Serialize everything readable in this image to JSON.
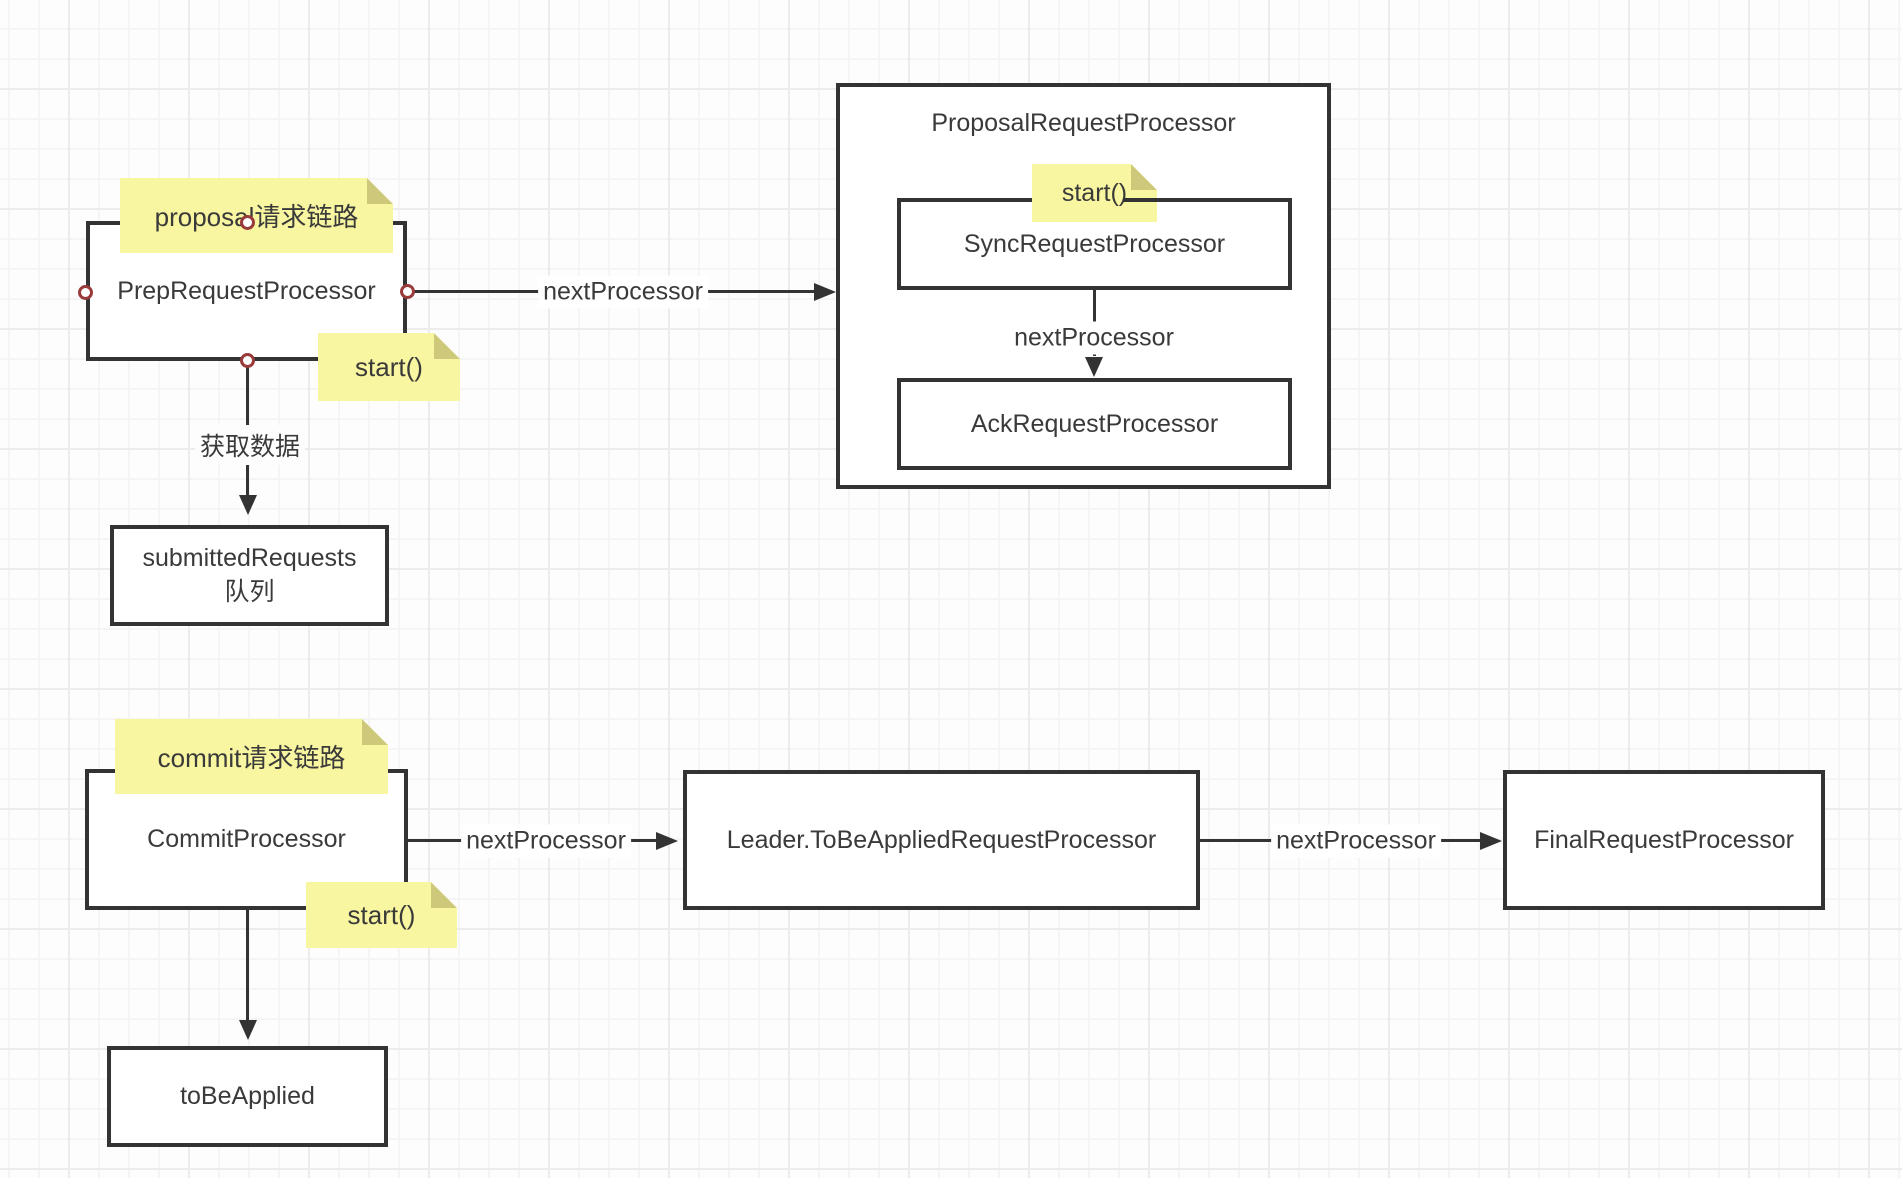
{
  "colors": {
    "canvas_background": "#fdfdfd",
    "grid_minor": "#f5f5f5",
    "grid_major": "#ececec",
    "shape_border": "#333333",
    "shape_fill": "#ffffff",
    "sticky_note_fill": "#f8f6a0",
    "sticky_note_fold": "#cdc87a",
    "connection_point_stroke": "#9a3b3b",
    "text": "#3a3a3a"
  },
  "proposal_chain": {
    "chain_note": "proposal请求链路",
    "prep_processor_label": "PrepRequestProcessor",
    "start_note": "start()",
    "edge_to_proposal_label": "nextProcessor",
    "edge_fetch_data_label": "获取数据",
    "submitted_requests_line1": "submittedRequests",
    "submitted_requests_line2": "队列",
    "proposal_processor_title": "ProposalRequestProcessor",
    "proposal_start_note": "start()",
    "sync_processor_label": "SyncRequestProcessor",
    "edge_sync_to_ack_label": "nextProcessor",
    "ack_processor_label": "AckRequestProcessor"
  },
  "commit_chain": {
    "chain_note": "commit请求链路",
    "commit_processor_label": "CommitProcessor",
    "start_note": "start()",
    "edge_to_leader_label": "nextProcessor",
    "leader_processor_label": "Leader.ToBeAppliedRequestProcessor",
    "edge_to_final_label": "nextProcessor",
    "final_processor_label": "FinalRequestProcessor",
    "to_be_applied_label": "toBeApplied"
  }
}
